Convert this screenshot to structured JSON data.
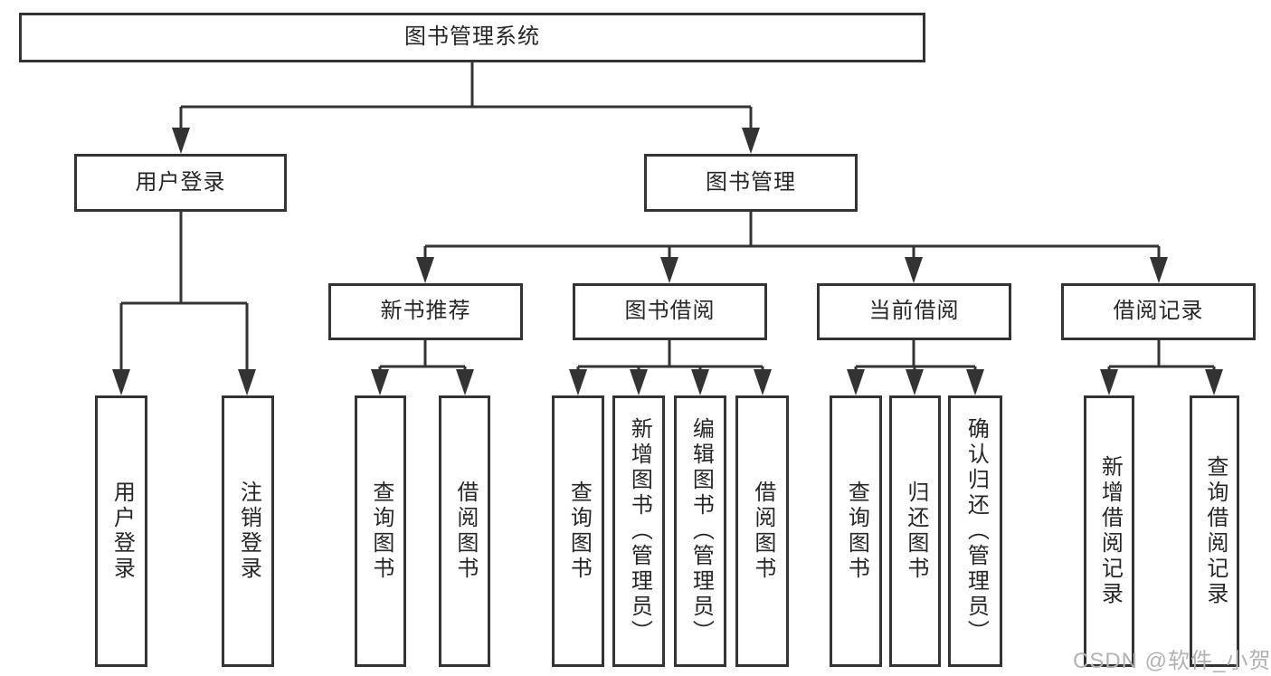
{
  "nodes": {
    "root": "图书管理系统",
    "level2": [
      "用户登录",
      "图书管理"
    ],
    "level3": [
      "新书推荐",
      "图书借阅",
      "当前借阅",
      "借阅记录"
    ],
    "leaves_user": [
      "用户登录",
      "注销登录"
    ],
    "leaves_recommend": [
      "查询图书",
      "借阅图书"
    ],
    "leaves_borrow": [
      "查询图书",
      "新增图书（管理员）",
      "编辑图书（管理员）",
      "借阅图书"
    ],
    "leaves_current": [
      "查询图书",
      "归还图书",
      "确认归还（管理员）"
    ],
    "leaves_records": [
      "新增借阅记录",
      "查询借阅记录"
    ]
  },
  "watermark": "CSDN @软件_小贺同学",
  "colors": {
    "line": "#333333",
    "text": "#262626",
    "node-bg": "#ffffff",
    "watermark": "#b2b2b2",
    "background": "#ffffff"
  }
}
